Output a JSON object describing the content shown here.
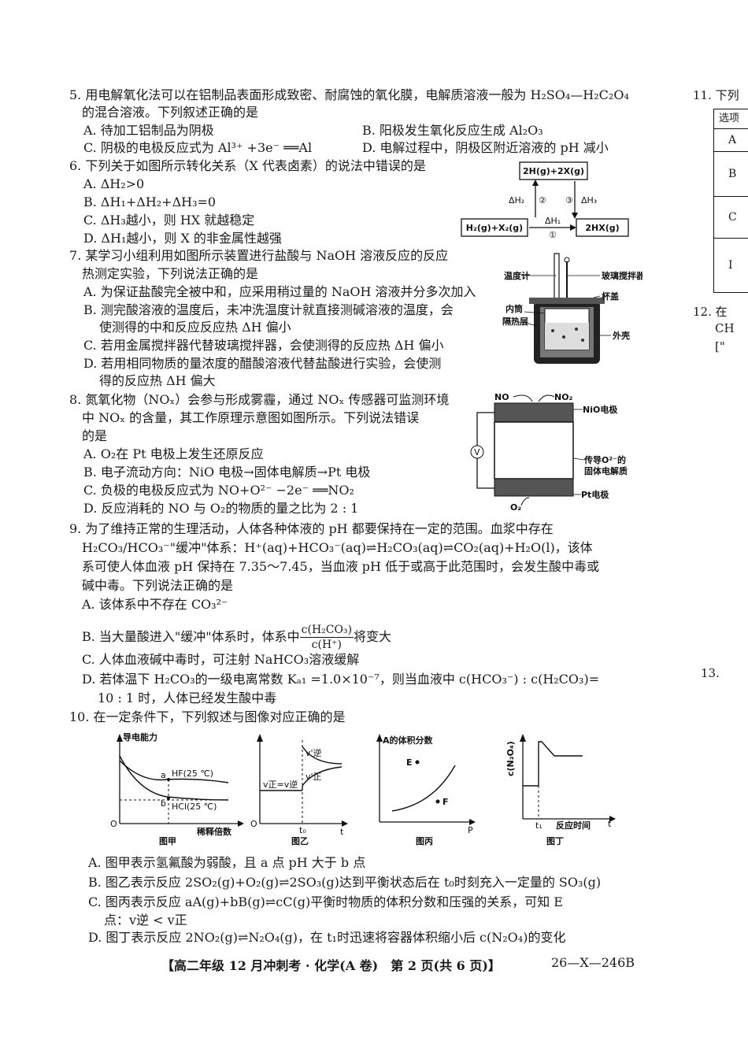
{
  "q5": {
    "stem1": "5. 用电解氧化法可以在铝制品表面形成致密、耐腐蚀的氧化膜，电解质溶液一般为 H₂SO₄—H₂C₂O₄",
    "stem2": "的混合溶液。下列叙述正确的是",
    "a": "A. 待加工铝制品为阴极",
    "b": "B. 阳极发生氧化反应生成 Al₂O₃",
    "c": "C. 阴极的电极反应式为 Al³⁺ +3e⁻ ══Al",
    "d": "D. 电解过程中，阴极区附近溶液的 pH 减小"
  },
  "q6": {
    "stem": "6. 下列关于如图所示转化关系（X 代表卤素）的说法中错误的是",
    "a": "A. ΔH₂>0",
    "b": "B. ΔH₁+ΔH₂+ΔH₃=0",
    "c": "C. ΔH₃越小，则 HX 就越稳定",
    "d": "D. ΔH₁越小，则 X 的非金属性越强",
    "diagram": {
      "top_box": "2H(g)+2X(g)",
      "left_box": "H₂(g)+X₂(g)",
      "right_box": "2HX(g)",
      "dh1": "ΔH₁",
      "dh2": "ΔH₂",
      "dh3": "ΔH₃",
      "n1": "①",
      "n2": "②",
      "n3": "③"
    }
  },
  "q7": {
    "stem1": "7. 某学习小组利用如图所示装置进行盐酸与 NaOH 溶液反应的反应",
    "stem2": "热测定实验，下列说法正确的是",
    "a": "A. 为保证盐酸完全被中和，应采用稍过量的 NaOH 溶液并分多次加入",
    "b1": "B. 测完酸溶液的温度后，未冲洗温度计就直接测碱溶液的温度，会",
    "b2": "使测得的中和反应反应热 ΔH 偏小",
    "c": "C. 若用金属搅拌器代替玻璃搅拌器，会使测得的反应热 ΔH 偏小",
    "d1": "D. 若用相同物质的量浓度的醋酸溶液代替盐酸进行实验，会使测",
    "d2": "得的反应热 ΔH 偏大",
    "diagram": {
      "thermometer": "温度计",
      "stirrer": "玻璃搅拌器",
      "lid": "杯盖",
      "inner": "内筒",
      "insulation": "隔热层",
      "shell": "外壳"
    }
  },
  "q8": {
    "stem1": "8. 氮氧化物（NOₓ）会参与形成雾霾，通过 NOₓ 传感器可监测环境",
    "stem2": "中 NOₓ 的含量，其工作原理示意图如图所示。下列说法错误",
    "stem3": "的是",
    "a": "A. O₂在 Pt 电极上发生还原反应",
    "b": "B. 电子流动方向：NiO 电极→固体电解质→Pt 电极",
    "c": "C. 负极的电极反应式为 NO+O²⁻ −2e⁻ ══NO₂",
    "d": "D. 反应消耗的 NO 与 O₂的物质的量之比为 2 : 1",
    "diagram": {
      "no": "NO",
      "no2": "NO₂",
      "nio": "NiO电极",
      "electrolyte1": "传导O²⁻的",
      "electrolyte2": "固体电解质",
      "pt": "Pt电极",
      "o2": "O₂",
      "meter": "V"
    }
  },
  "q9": {
    "stem1": "9. 为了维持正常的生理活动，人体各种体液的 pH 都要保持在一定的范围。血浆中存在",
    "stem2": "H₂CO₃/HCO₃⁻\"缓冲\"体系：H⁺(aq)+HCO₃⁻(aq)⇌H₂CO₃(aq)⇌CO₂(aq)+H₂O(l)，该体",
    "stem3": "系可使人体血液 pH 保持在 7.35～7.45，当血液 pH 低于或高于此范围时，会发生酸中毒或",
    "stem4": "碱中毒。下列说法正确的是",
    "a": "A. 该体系中不存在 CO₃²⁻",
    "b_pre": "B. 当大量酸进入\"缓冲\"体系时，体系中",
    "b_num": "c(H₂CO₃)",
    "b_den": "c(H⁺)",
    "b_post": "将变大",
    "c": "C. 人体血液碱中毒时，可注射 NaHCO₃溶液缓解",
    "d1": "D. 若体温下 H₂CO₃的一级电离常数 Kₐ₁ =1.0×10⁻⁷，则当血液中 c(HCO₃⁻) : c(H₂CO₃)=",
    "d2": "10 : 1 时，人体已经发生酸中毒"
  },
  "q10": {
    "stem": "10. 在一定条件下，下列叙述与图像对应正确的是",
    "a": "A. 图甲表示氢氟酸为弱酸，且 a 点 pH 大于 b 点",
    "b": "B. 图乙表示反应 2SO₂(g)+O₂(g)⇌2SO₃(g)达到平衡状态后在 t₀时刻充入一定量的 SO₃(g)",
    "c1": "C. 图丙表示反应 aA(g)+bB(g)⇌cC(g)平衡时物质的体积分数和压强的关系，可知 E",
    "c2": "点：v逆 < v正",
    "d": "D. 图丁表示反应 2NO₂(g)⇌N₂O₄(g)，在 t₁时迅速将容器体积缩小后 c(N₂O₄)的变化",
    "graphs": {
      "jia": {
        "ylabel": "导电能力",
        "xlabel": "稀释倍数",
        "origin": "O",
        "hf": "HF(25 ℃)",
        "hcl": "HCl(25 ℃)",
        "a": "a",
        "b": "b",
        "caption": "图甲"
      },
      "yi": {
        "origin": "O",
        "t0": "t₀",
        "t": "t",
        "eq": "v正=v逆",
        "v_rev": "v'逆",
        "v_fwd": "v'正",
        "caption": "图乙"
      },
      "bing": {
        "ylabel": "A的体积分数",
        "xlabel": "P",
        "e": "E",
        "f": "F",
        "caption": "图丙"
      },
      "ding": {
        "ylabel": "c(N₂O₄)",
        "xlabel": "反应时间",
        "t1": "t₁",
        "t": "t",
        "caption": "图丁"
      }
    }
  },
  "footer": {
    "title": "【高二年级 12 月冲刺考 · 化学(A 卷)　第 2 页(共 6 页)】",
    "code": "26—X—246B"
  },
  "right_strip": {
    "q11": "11. 下列",
    "hdr": "选项",
    "r1": "A",
    "r2": "B",
    "r3": "C",
    "r4": "I",
    "q12a": "12. 在",
    "q12b": "CH",
    "q12c": "[\"",
    "q13": "13."
  }
}
